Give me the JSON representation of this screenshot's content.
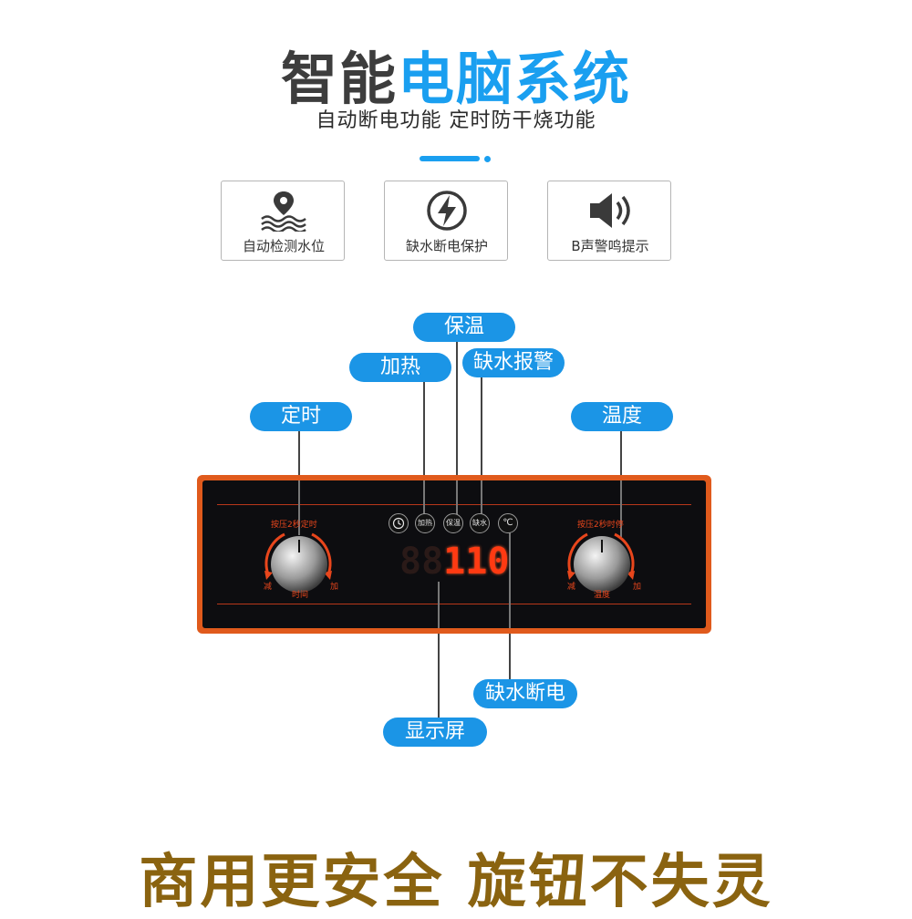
{
  "header": {
    "title_part1": "智能",
    "title_part2": "电脑系统",
    "subtitle": "自动断电功能 定时防干烧功能"
  },
  "features": [
    {
      "icon": "location-waves-icon",
      "label": "自动检测水位"
    },
    {
      "icon": "lightning-icon",
      "label": "缺水断电保护"
    },
    {
      "icon": "speaker-icon",
      "label": "B声警鸣提示"
    }
  ],
  "callouts": {
    "keep_warm": "保温",
    "heating": "加热",
    "water_alarm": "缺水报警",
    "timer": "定时",
    "temperature": "温度",
    "water_cutoff": "缺水断电",
    "display": "显示屏"
  },
  "panel": {
    "left_knob": {
      "top_text": "按压2秒定时",
      "minus": "减",
      "center": "时间",
      "plus": "加"
    },
    "right_knob": {
      "top_text": "按压2秒时停",
      "minus": "减",
      "center": "温度",
      "plus": "加"
    },
    "buttons": {
      "clock": "clock-icon",
      "heat": "加热",
      "warm": "保温",
      "water": "缺水",
      "celsius": "℃"
    },
    "display_off": "88",
    "display_value": "110"
  },
  "footer": {
    "slogan": "商用更安全  旋钮不失灵"
  },
  "colors": {
    "accent_blue": "#1b95e6",
    "panel_orange": "#e05a1c",
    "led_red": "#ff3a12",
    "footer_gold": "#8a6310"
  }
}
